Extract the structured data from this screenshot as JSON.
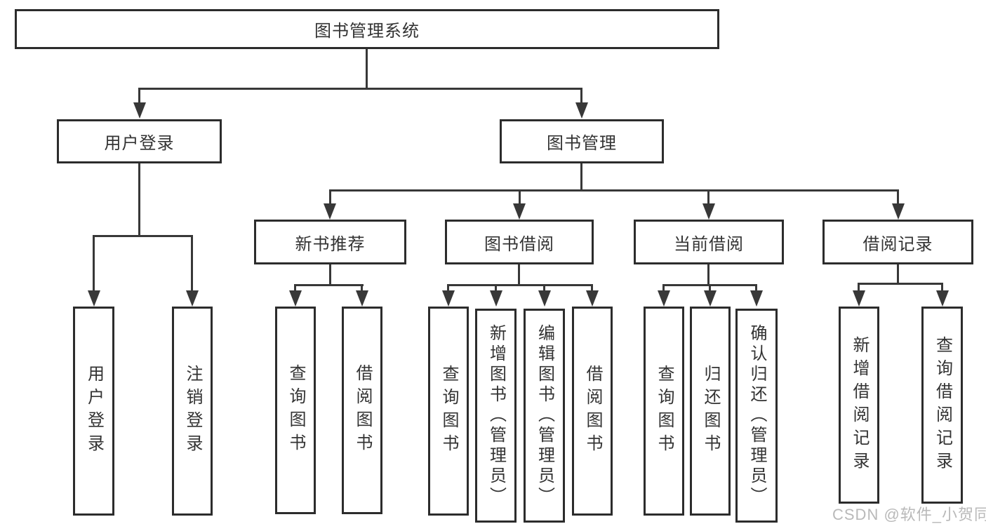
{
  "diagram": {
    "root": "图书管理系统",
    "branches": {
      "user_login": "用户登录",
      "book_management": "图书管理"
    },
    "modules": {
      "new_book_recommend": "新书推荐",
      "book_borrow": "图书借阅",
      "current_borrow": "当前借阅",
      "borrow_record": "借阅记录"
    },
    "leaves": {
      "user_login_login": "用户登录",
      "user_login_logout": "注销登录",
      "recommend_query_book": "查询图书",
      "recommend_borrow_book": "借阅图书",
      "borrow_query_book": "查询图书",
      "borrow_add_book": "新增图书（管理员）",
      "borrow_edit_book": "编辑图书（管理员）",
      "borrow_borrow_book": "借阅图书",
      "current_query_book": "查询图书",
      "current_return_book": "归还图书",
      "current_confirm_return": "确认归还（管理员）",
      "record_add_record": "新增借阅记录",
      "record_query_record": "查询借阅记录"
    }
  },
  "watermark": "CSDN @软件_小贺同学",
  "colors": {
    "line": "#383838",
    "border": "#2c2c2c",
    "text": "#333333",
    "watermark": "#a8a8a8",
    "background": "#ffffff"
  }
}
